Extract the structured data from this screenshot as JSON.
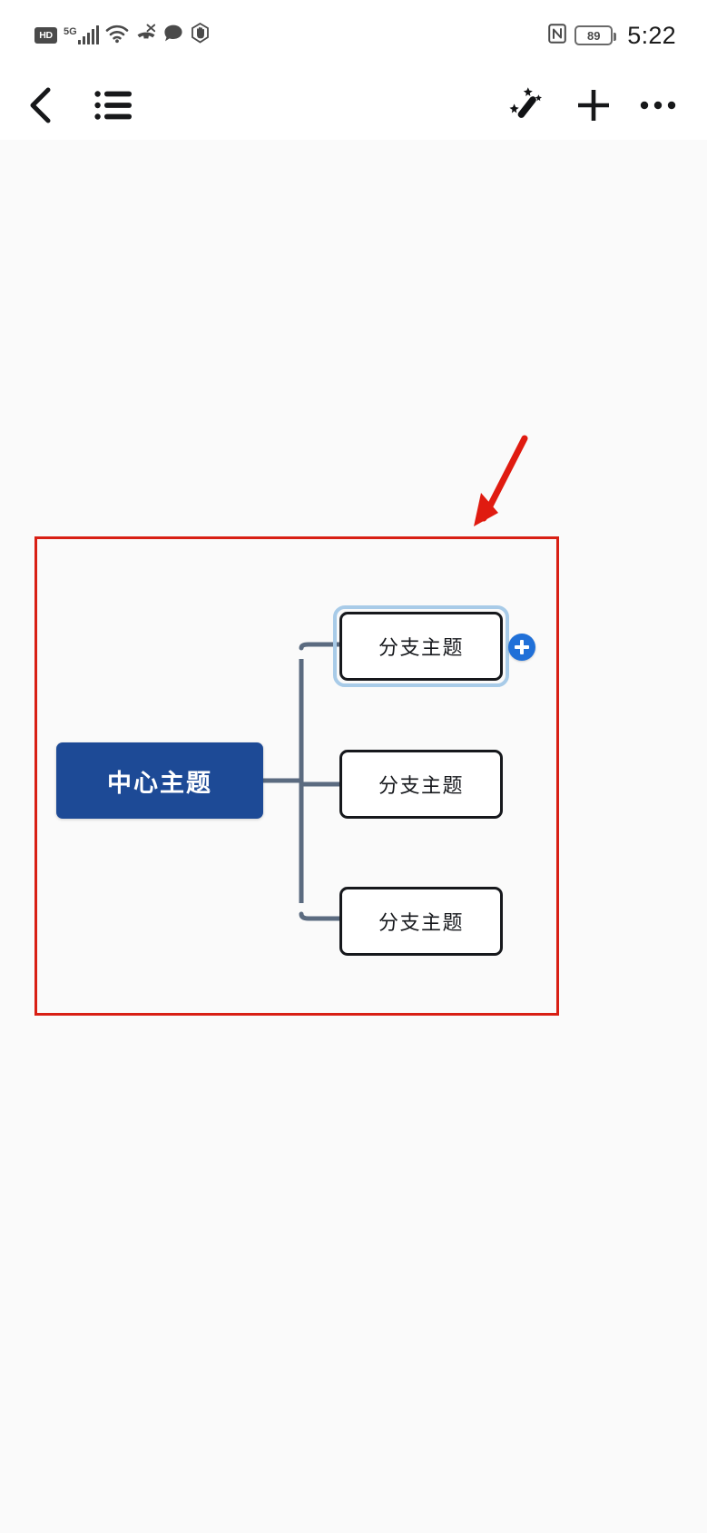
{
  "status_bar": {
    "hd_label": "HD",
    "network_label": "5G",
    "icons": [
      "hd-badge-icon",
      "signal-bars-icon",
      "wifi-icon",
      "missed-call-icon",
      "message-bubble-icon",
      "hand-hexagon-icon",
      "nfc-icon"
    ],
    "battery_level": "89",
    "time": "5:22"
  },
  "toolbar": {
    "back_icon": "back-chevron-icon",
    "outline_icon": "bulleted-list-icon",
    "magic_icon": "magic-wand-icon",
    "add_icon": "plus-icon",
    "more_icon": "more-options-icon"
  },
  "canvas": {
    "background_color": "#fafafa"
  },
  "annotation": {
    "box_color": "#d81f14",
    "arrow_color": "#e01b10",
    "arrow_icon": "red-arrow-icon"
  },
  "mindmap": {
    "central_node": {
      "label": "中心主题",
      "fill": "#1d4a96",
      "text_color": "#ffffff"
    },
    "branch_nodes": [
      {
        "label": "分支主题",
        "selected": true
      },
      {
        "label": "分支主题",
        "selected": false
      },
      {
        "label": "分支主题",
        "selected": false
      }
    ],
    "selection_ring_color": "#a8cbe8",
    "connector_color": "#5b6b80",
    "add_child_button": {
      "icon": "plus-circle-icon",
      "color": "#2070d8"
    }
  }
}
